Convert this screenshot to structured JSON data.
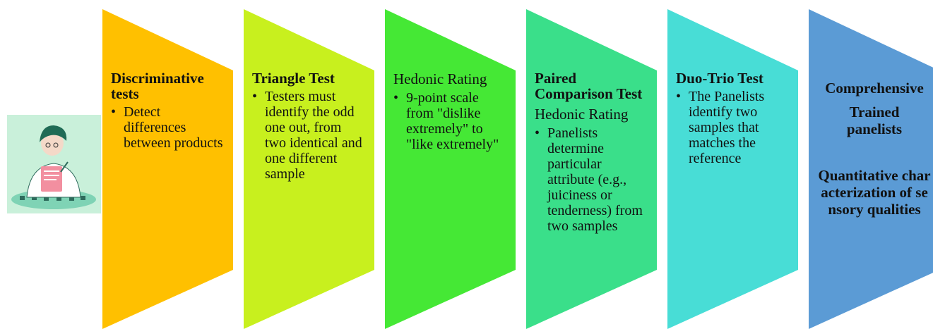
{
  "stages": [
    {
      "title": "Discriminative tests",
      "bullets": [
        "Detect differences between products"
      ],
      "color": "#FFC000"
    },
    {
      "title": "Triangle Test",
      "bullets": [
        "Testers must identify the odd one out, from two identical and one different sample"
      ],
      "color": "#C8F01E"
    },
    {
      "subtitle": "Hedonic Rating",
      "bullets": [
        "9-point scale from \"dislike extremely\" to \"like extremely\""
      ],
      "color": "#45E835"
    },
    {
      "title": "Paired Comparison Test",
      "subtitle": "Hedonic Rating",
      "bullets": [
        "Panelists determine particular attribute (e.g., juiciness or tenderness) from two samples"
      ],
      "color": "#3ADF8A"
    },
    {
      "title": "Duo-Trio Test",
      "bullets": [
        "The Panelists identify two samples that matches the reference"
      ],
      "color": "#48DDD6"
    },
    {
      "title": "Comprehensive",
      "lines": [
        "Trained panelists",
        "Quantitative characterization of sensory qualities"
      ],
      "color": "#5B9BD5"
    }
  ],
  "illustration": {
    "icon": "sensory-tester-icon",
    "background_color": "#C9F0DA"
  }
}
